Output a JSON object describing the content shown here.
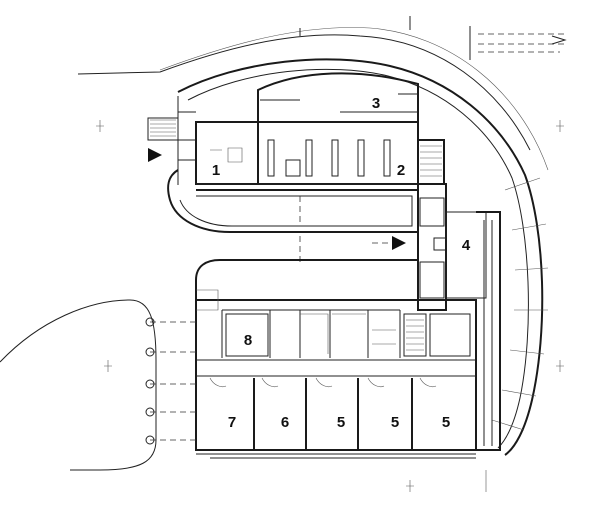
{
  "rooms": [
    {
      "id": "room-1",
      "label": "1"
    },
    {
      "id": "room-2",
      "label": "2"
    },
    {
      "id": "room-3",
      "label": "3"
    },
    {
      "id": "room-4",
      "label": "4"
    },
    {
      "id": "room-5a",
      "label": "5"
    },
    {
      "id": "room-5b",
      "label": "5"
    },
    {
      "id": "room-5c",
      "label": "5"
    },
    {
      "id": "room-6",
      "label": "6"
    },
    {
      "id": "room-7",
      "label": "7"
    },
    {
      "id": "room-8",
      "label": "8"
    }
  ],
  "markers": {
    "entrance_arrows": 2,
    "stroke_color": "#1a1a1a",
    "background_color": "#ffffff"
  }
}
